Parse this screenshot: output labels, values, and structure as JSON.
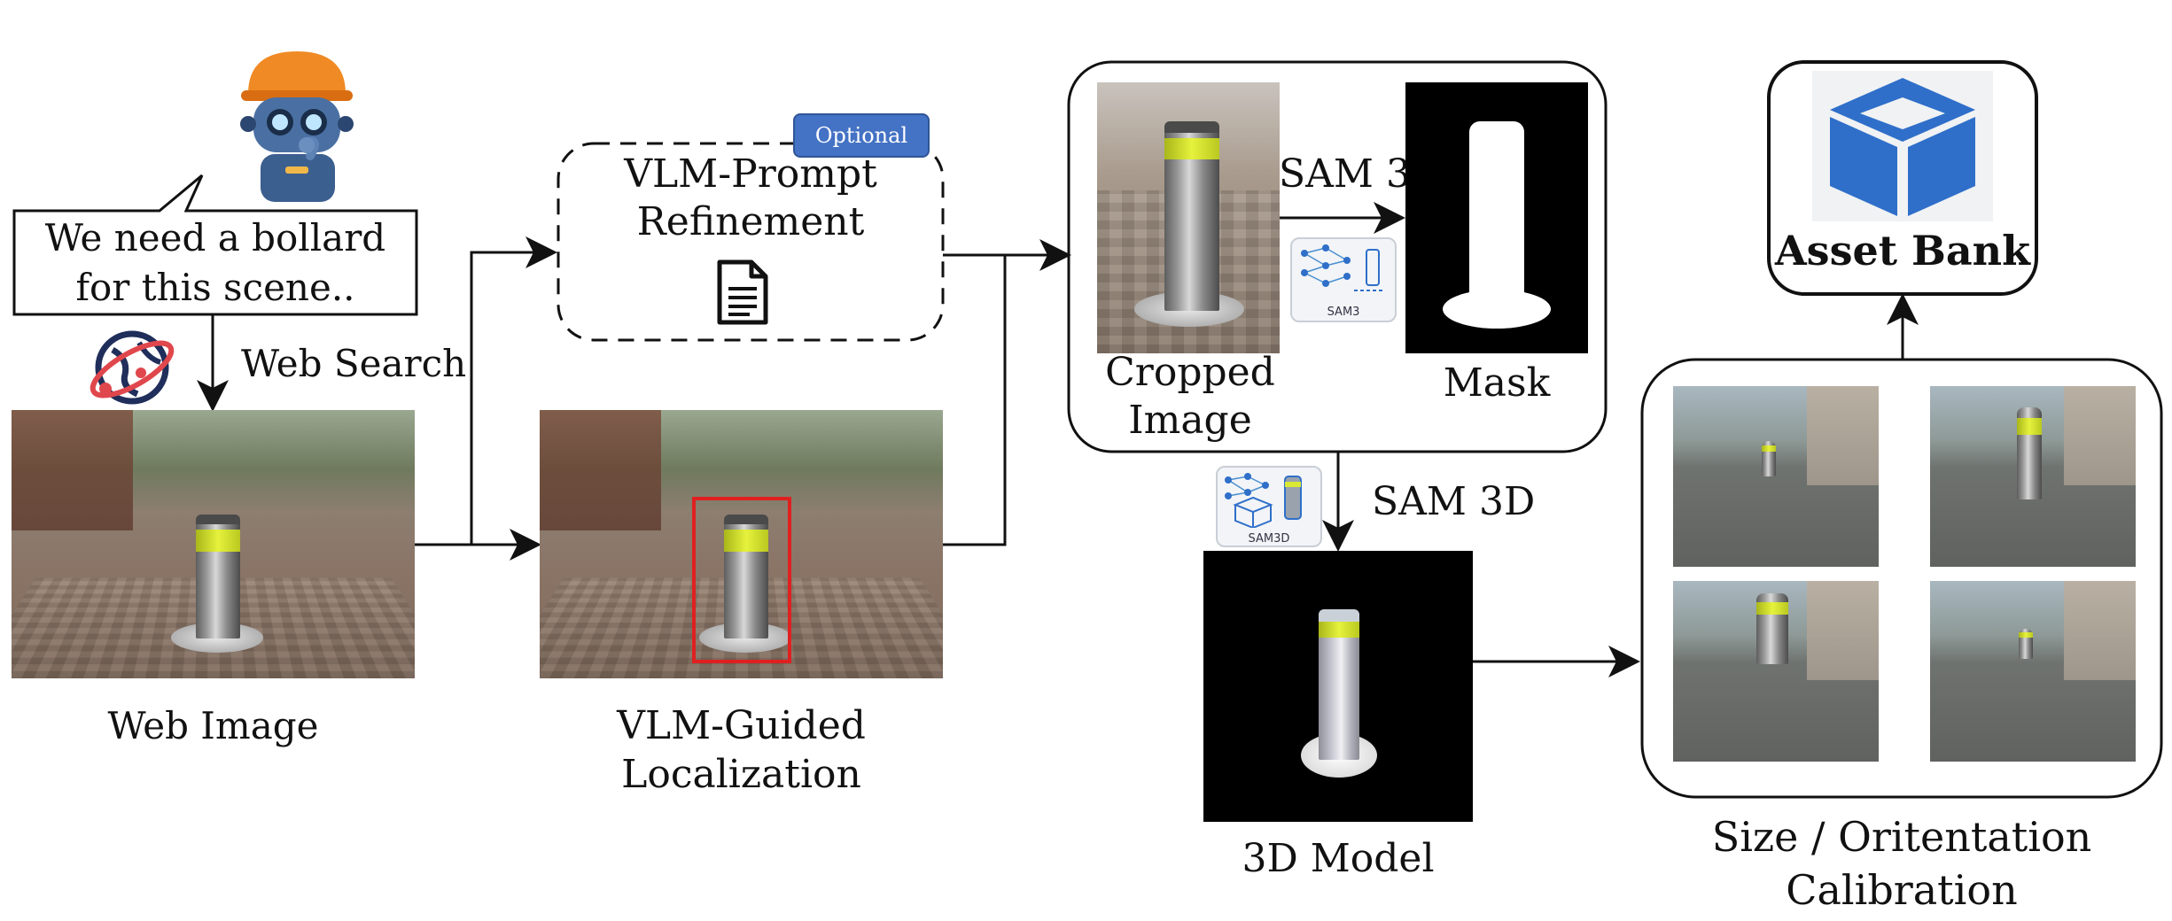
{
  "speech_bubble": {
    "line1": "We need a bollard",
    "line2": "for this scene.."
  },
  "labels": {
    "web_search": "Web Search",
    "web_image": "Web Image",
    "optional_badge": "Optional",
    "vlm_prompt_line1": "VLM-Prompt",
    "vlm_prompt_line2": "Refinement",
    "vlm_guided_line1": "VLM-Guided",
    "vlm_guided_line2": "Localization",
    "sam3": "SAM 3",
    "sam3_icon_text": "SAM3",
    "cropped_line1": "Cropped",
    "cropped_line2": "Image",
    "mask": "Mask",
    "sam3d": "SAM 3D",
    "sam3d_icon_text": "SAM3D",
    "model_3d": "3D Model",
    "calib_line1": "Size / Oritentation",
    "calib_line2": "Calibration",
    "asset_bank": "Asset Bank"
  },
  "colors": {
    "optional_badge": "#4472c4",
    "bbox_red": "#e02020",
    "cube_blue": "#2f6fc9",
    "bollard_band": "#d9e832",
    "globe_red": "#e0474c",
    "globe_navy": "#1f2e5a",
    "robot_helmet": "#f08a24",
    "robot_body": "#3b5f8f"
  },
  "icons": [
    "robot-thinking-icon",
    "globe-search-icon",
    "document-icon",
    "cube-icon",
    "neural-network-icon"
  ]
}
